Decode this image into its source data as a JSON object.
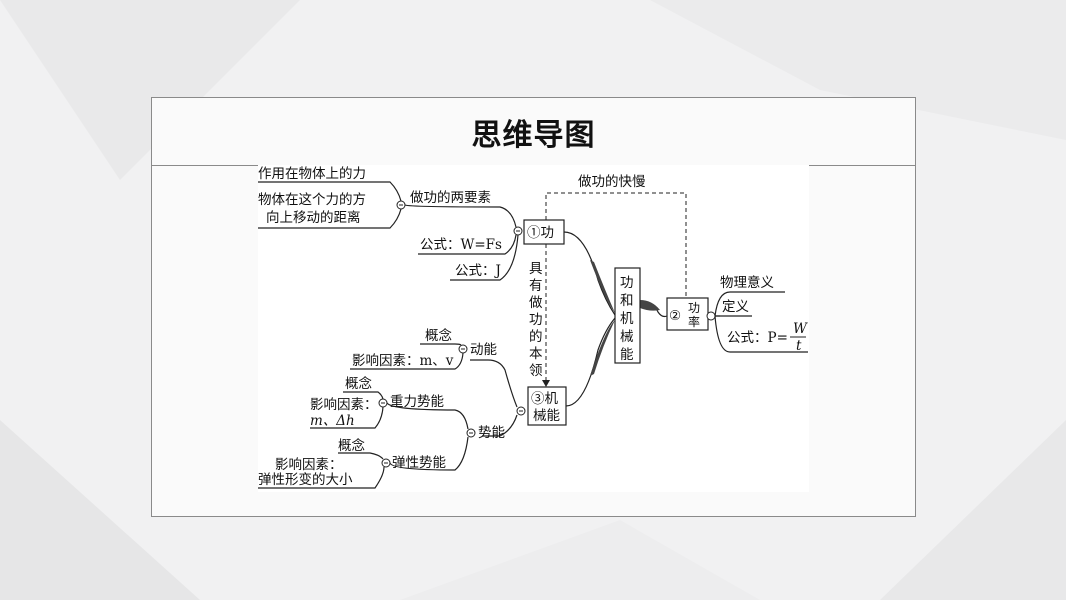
{
  "slide_title": "思维导图",
  "mindmap": {
    "center": [
      "功",
      "和",
      "机",
      "械",
      "能"
    ],
    "work": {
      "label": "①功",
      "two_factors": "做功的两要素",
      "factor1": "作用在物体上的力",
      "factor2_line1": "物体在这个力的方",
      "factor2_line2": "向上移动的距离",
      "formula": "公式：W=Fs",
      "unit": "公式：J"
    },
    "power": {
      "label_num": "②",
      "label_top": "功",
      "label_bottom": "率",
      "meaning": "物理意义",
      "definition": "定义",
      "formula_prefix": "公式：P=",
      "formula_num": "W",
      "formula_den": "t",
      "link_label": "做功的快慢"
    },
    "energy": {
      "label_line1": "③机",
      "label_line2": "械能",
      "link_label": [
        "具",
        "有",
        "做",
        "功",
        "的",
        "本",
        "领"
      ],
      "kinetic": {
        "label": "动能",
        "concept": "概念",
        "factors": "影响因素：m、v"
      },
      "potential": {
        "label": "势能"
      },
      "gravity": {
        "label": "重力势能",
        "concept": "概念",
        "factors_line1": "影响因素：",
        "factors_line2": "m、Δh"
      },
      "elastic": {
        "label": "弹性势能",
        "concept": "概念",
        "factors_line1": "影响因素：",
        "factors_line2": "弹性形变的大小"
      }
    }
  }
}
